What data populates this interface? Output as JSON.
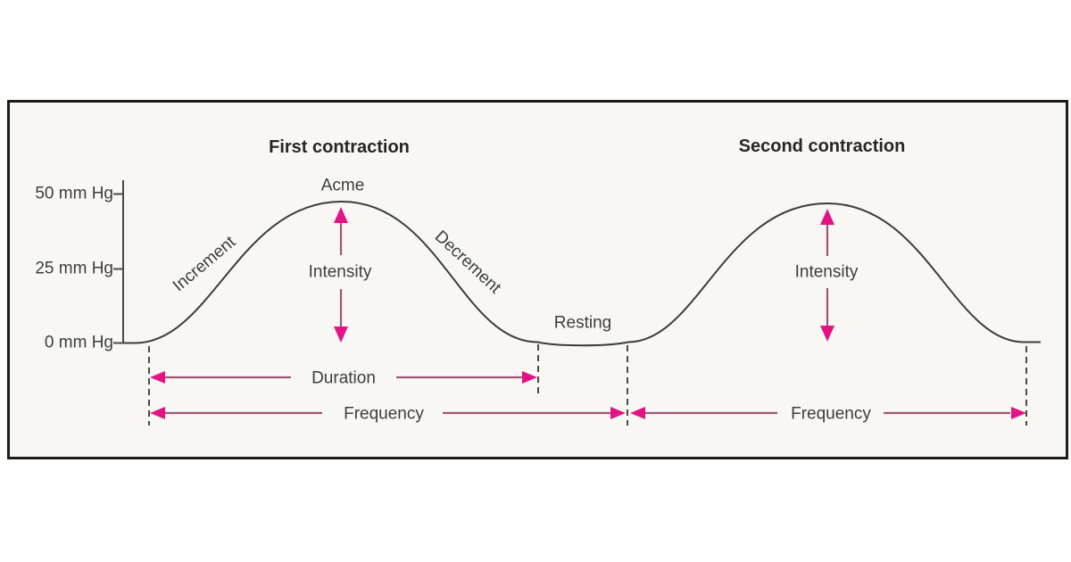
{
  "colors": {
    "accent": "#e31285",
    "shaft": "#9d5774",
    "curve": "#3c3c3c",
    "frame_bg": "#f8f7f4",
    "frame_border": "#1c1c1c",
    "text": "#3d3d3d"
  },
  "y_axis": {
    "unit": "mm Hg",
    "labels": [
      "50 mm Hg",
      "25 mm Hg",
      "0 mm Hg"
    ]
  },
  "contraction1": {
    "title": "First contraction",
    "acme_label": "Acme",
    "increment_label": "Increment",
    "decrement_label": "Decrement",
    "intensity_label": "Intensity",
    "duration_label": "Duration",
    "frequency_label": "Frequency"
  },
  "contraction2": {
    "title": "Second contraction",
    "intensity_label": "Intensity",
    "frequency_label": "Frequency"
  },
  "resting_label": "Resting"
}
